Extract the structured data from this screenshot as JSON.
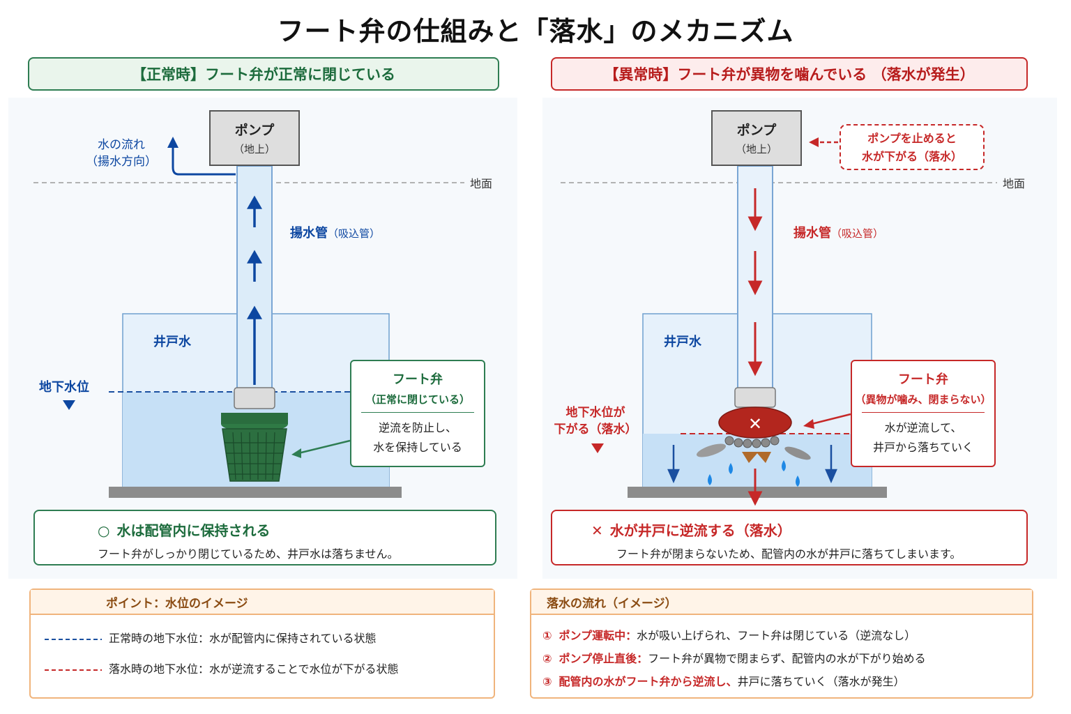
{
  "title": "フート弁の仕組みと「落水」のメカニズム",
  "left": {
    "header": "【正常時】フート弁が正常に閉じている",
    "pump_name": "ポンプ",
    "pump_sub": "（地上）",
    "flow_label_1": "水の流れ",
    "flow_label_2": "（揚水方向）",
    "ground_label": "地面",
    "pipe_label": "揚水管",
    "pipe_label_sub": "（吸込管）",
    "well_label": "井戸水",
    "water_level_label": "地下水位",
    "callout_title": "フート弁",
    "callout_sub": "（正常に閉じている）",
    "callout_body_1": "逆流を防止し、",
    "callout_body_2": "水を保持している",
    "result_symbol": "○",
    "result_title": "水は配管内に保持される",
    "result_desc": "フート弁がしっかり閉じているため、井戸水は落ちません。"
  },
  "right": {
    "header": "【異常時】フート弁が異物を噛んでいる （落水が発生）",
    "pump_name": "ポンプ",
    "pump_sub": "（地上）",
    "stop_note_1": "ポンプを止めると",
    "stop_note_2": "水が下がる（落水）",
    "ground_label": "地面",
    "pipe_label": "揚水管",
    "pipe_label_sub": "（吸込管）",
    "well_label": "井戸水",
    "water_level_label_1": "地下水位が",
    "water_level_label_2": "下がる（落水）",
    "callout_title": "フート弁",
    "callout_sub": "（異物が噛み、閉まらない）",
    "callout_body_1": "水が逆流して、",
    "callout_body_2": "井戸から落ちていく",
    "result_symbol": "✕",
    "result_title": "水が井戸に逆流する（落水）",
    "result_desc": "フート弁が閉まらないため、配管内の水が井戸に落ちてしまいます。"
  },
  "point_box": {
    "header": "ポイント：水位のイメージ",
    "row1": "正常時の地下水位：水が配管内に保持されている状態",
    "row2": "落水時の地下水位：水が逆流することで水位が下がる状態"
  },
  "flow_box": {
    "header": "落水の流れ（イメージ）",
    "items": [
      {
        "num": "①",
        "head": "ポンプ運転中：",
        "text": "水が吸い上げられ、フート弁は閉じている（逆流なし）"
      },
      {
        "num": "②",
        "head": "ポンプ停止直後：",
        "text": "フート弁が異物で閉まらず、配管内の水が下がり始める"
      },
      {
        "num": "③",
        "head": "配管内の水がフート弁から逆流し、",
        "text": "井戸に落ちていく（落水が発生）"
      }
    ]
  },
  "colors": {
    "normal": "#2e7d52",
    "abnormal": "#c62828",
    "water": "#0d47a1",
    "point": "#f0b47c"
  }
}
